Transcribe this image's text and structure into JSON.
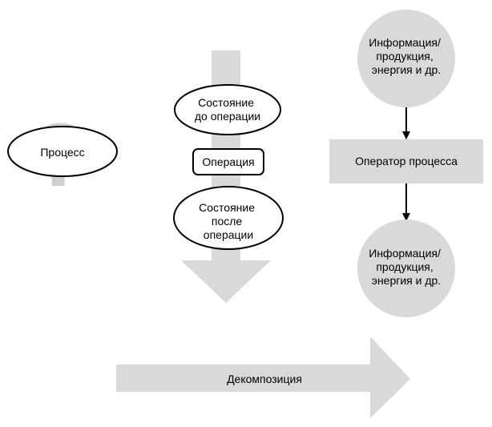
{
  "process": {
    "label": "Процесс",
    "question_mark": "?"
  },
  "sequence": {
    "state_before_lines": [
      "Состояние",
      "до операции"
    ],
    "operation": "Операция",
    "state_after_lines": [
      "Состояние",
      "после",
      "операции"
    ]
  },
  "operator_flow": {
    "input_lines": [
      "Информация/",
      "продукция,",
      "энергия и др."
    ],
    "operator": "Оператор процесса",
    "output_lines": [
      "Информация/",
      "продукция,",
      "энергия и др."
    ]
  },
  "decomposition": {
    "label": "Декомпозиция"
  },
  "colors": {
    "gray_fill": "#d9d9d9",
    "question_mark": "#d0d0d0",
    "stroke": "#000000"
  }
}
